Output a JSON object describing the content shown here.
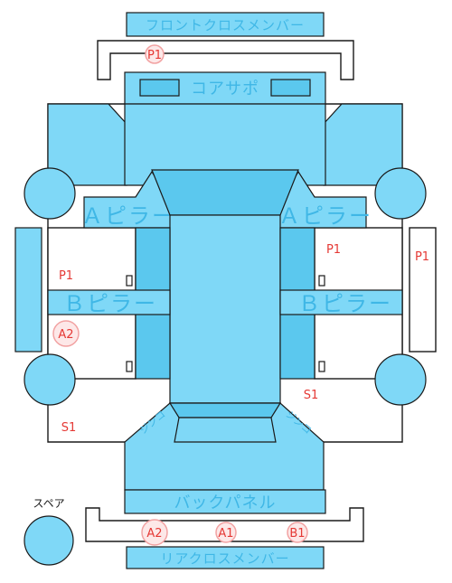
{
  "labels": {
    "front_cross_member": "フロントクロスメンバー",
    "core_support": "コアサポ",
    "a_pillar_left": "Ａピラー",
    "a_pillar_right": "Ａピラー",
    "b_pillar_left": "Ｂピラー",
    "b_pillar_right": "Ｂピラー",
    "back_panel": "バックパネル",
    "rear_cross_member": "リアクロスメンバー",
    "spare": "スペア",
    "jinko_left": "ジンコ",
    "jinko_right": "ジンコ"
  },
  "marks": {
    "p1_front": "P1",
    "p1_right_door": "P1",
    "p1_right_sill": "P1",
    "p1_left": "P1",
    "a2_left": "A2",
    "s1_right": "S1",
    "s1_left": "S1",
    "a2_rear": "A2",
    "a1_rear": "A1",
    "b1_rear": "B1"
  },
  "colors": {
    "panel": "#7fd8f7",
    "panel_dark": "#5bc8ee",
    "label_text": "#3fb7e6",
    "mark_text": "#e53935",
    "mark_ring": "#f2a2a2"
  }
}
